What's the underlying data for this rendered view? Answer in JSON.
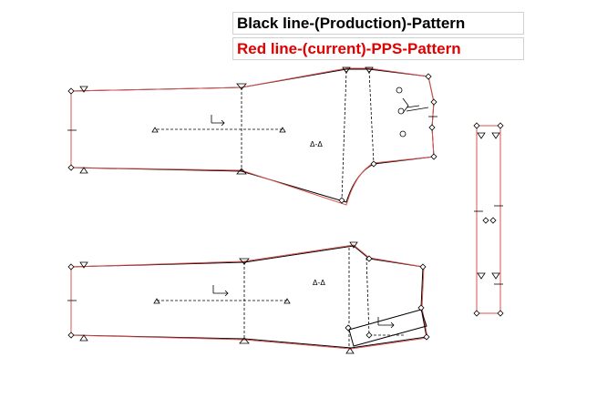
{
  "legend": {
    "production": "Black line-(Production)-Pattern",
    "current": "Red line-(current)-PPS-Pattern"
  },
  "pattern_labels": {
    "upper_front": "Δ-Δ",
    "lower_back": "Δ-Δ"
  },
  "colors": {
    "production_line": "#000000",
    "current_line": "#d9534f",
    "legend_red": "#e00000"
  }
}
